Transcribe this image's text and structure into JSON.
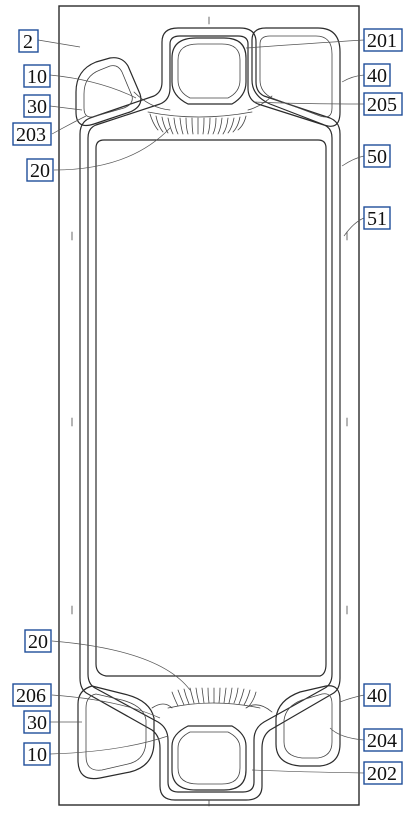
{
  "labels": {
    "l2": "2",
    "l10_top": "10",
    "l30_top": "30",
    "l203": "203",
    "l20_top": "20",
    "l201": "201",
    "l40_top": "40",
    "l205": "205",
    "l50": "50",
    "l51": "51",
    "l20_bottom": "20",
    "l206": "206",
    "l30_bottom": "30",
    "l10_bottom": "10",
    "l40_bottom": "40",
    "l204": "204",
    "l202": "202"
  },
  "colors": {
    "line": "#2b2b2b",
    "label_box": "#1f4e9a"
  }
}
